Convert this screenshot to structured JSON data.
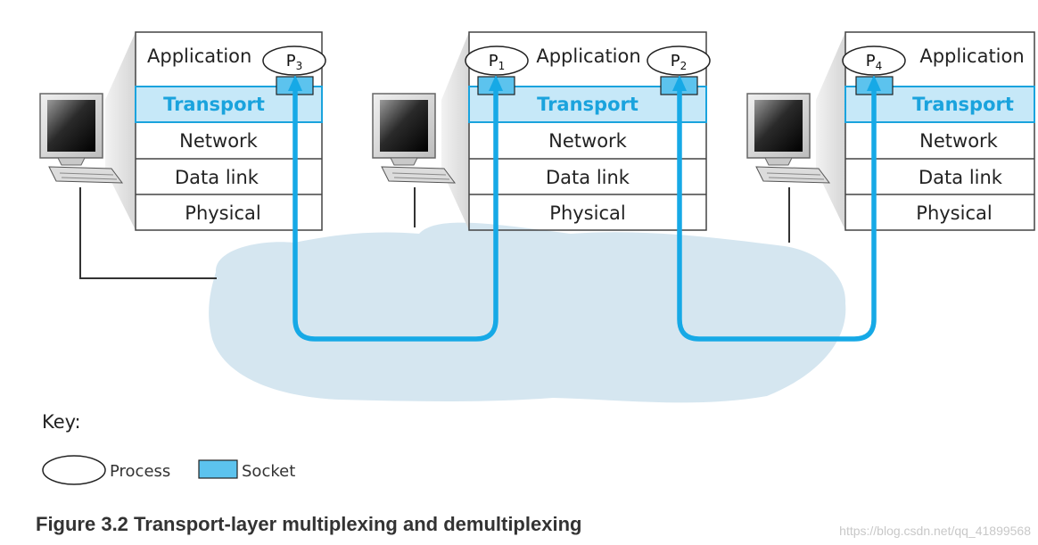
{
  "hosts": [
    {
      "layers": [
        "Application",
        "Transport",
        "Network",
        "Data link",
        "Physical"
      ],
      "processes": [
        {
          "label": "P",
          "sub": "3"
        }
      ]
    },
    {
      "layers": [
        "Application",
        "Transport",
        "Network",
        "Data link",
        "Physical"
      ],
      "processes": [
        {
          "label": "P",
          "sub": "1"
        },
        {
          "label": "P",
          "sub": "2"
        }
      ]
    },
    {
      "layers": [
        "Application",
        "Transport",
        "Network",
        "Data link",
        "Physical"
      ],
      "processes": [
        {
          "label": "P",
          "sub": "4"
        }
      ]
    }
  ],
  "key": {
    "title": "Key:",
    "process_label": "Process",
    "socket_label": "Socket"
  },
  "caption": "Figure 3.2 Transport-layer multiplexing and demultiplexing",
  "watermark": "https://blog.csdn.net/qq_41899568",
  "colors": {
    "transport_fill": "#c6e8f8",
    "transport_text": "#1aa3dd",
    "socket_fill": "#5cc3ee",
    "connection_line": "#16a9e6",
    "network_cloud": "#d5e6f0"
  }
}
